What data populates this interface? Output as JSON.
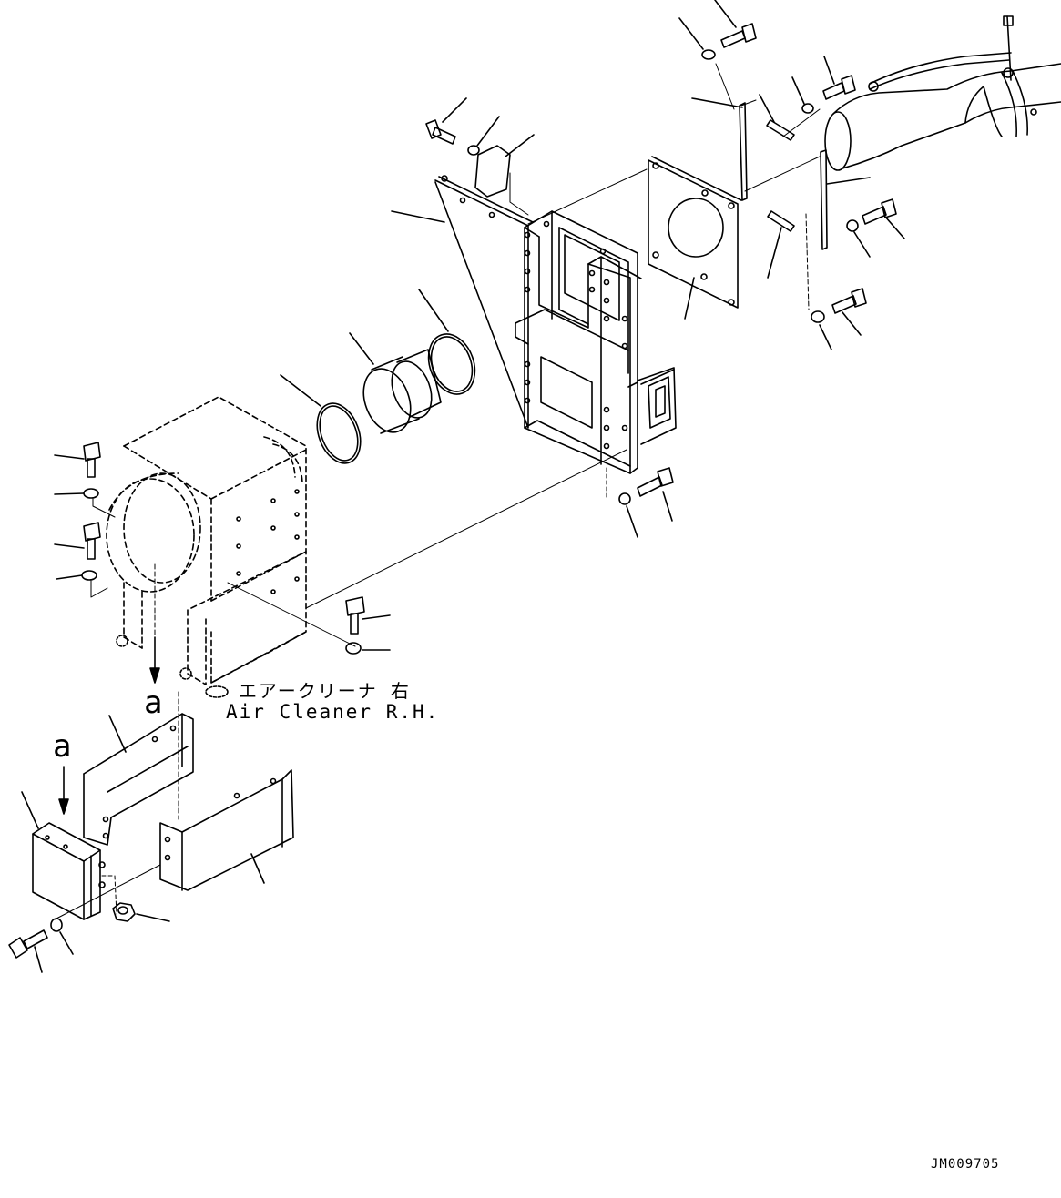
{
  "labels": {
    "part_name_jp": "エアークリーナ 右",
    "part_name_en": "Air Cleaner R.H.",
    "view_marker_upper": "a",
    "view_marker_lower": "a",
    "drawing_code": "JM009705"
  },
  "colors": {
    "line": "#000000",
    "background": "#ffffff"
  }
}
